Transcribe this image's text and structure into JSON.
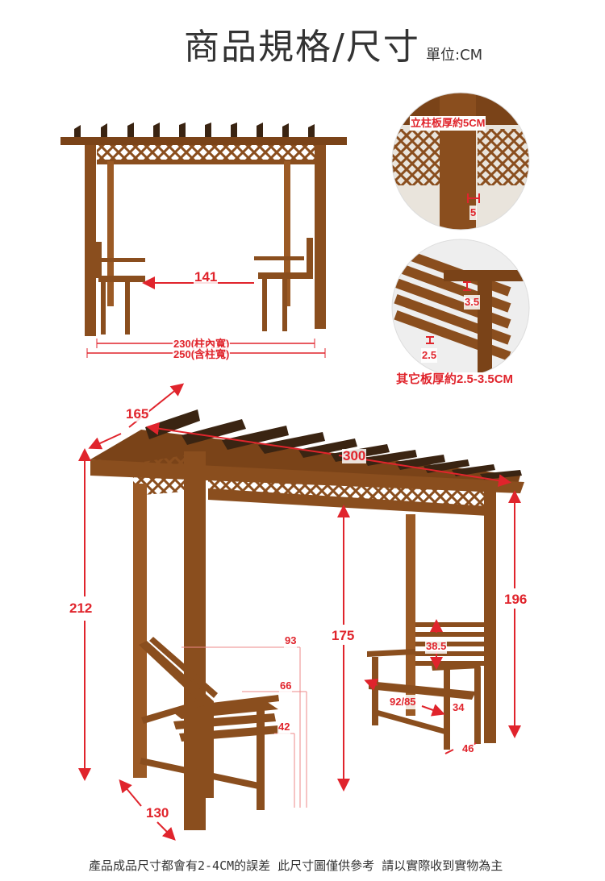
{
  "header": {
    "title": "商品規格/尺寸",
    "unit": "單位:CM"
  },
  "front_view": {
    "seat_gap": "141",
    "inner_width": "230(柱內寬)",
    "outer_width": "250(含柱寬)"
  },
  "detail_post": {
    "caption": "立柱板厚約5CM",
    "value": "5"
  },
  "detail_board": {
    "caption": "其它板厚約2.5-3.5CM",
    "value_top": "3.5",
    "value_bottom": "2.5"
  },
  "perspective_view": {
    "depth": "165",
    "length": "300",
    "height_total": "212",
    "height_back": "196",
    "clear_height": "175",
    "bench_depth": "130",
    "left_bench_height": "93",
    "left_armrest_height": "66",
    "left_seat_height": "42",
    "right_back_height": "38.5",
    "right_bench_width": "92/85",
    "right_seat_depth": "34",
    "right_bench_leg": "46"
  },
  "footer": {
    "note": "產品成品尺寸都會有2-4CM的誤差  此尺寸圖僅供參考  請以實際收到實物為主"
  },
  "colors": {
    "wood": "#8a4e1e",
    "wood_dark": "#4a2a10",
    "accent": "#e0242c"
  }
}
